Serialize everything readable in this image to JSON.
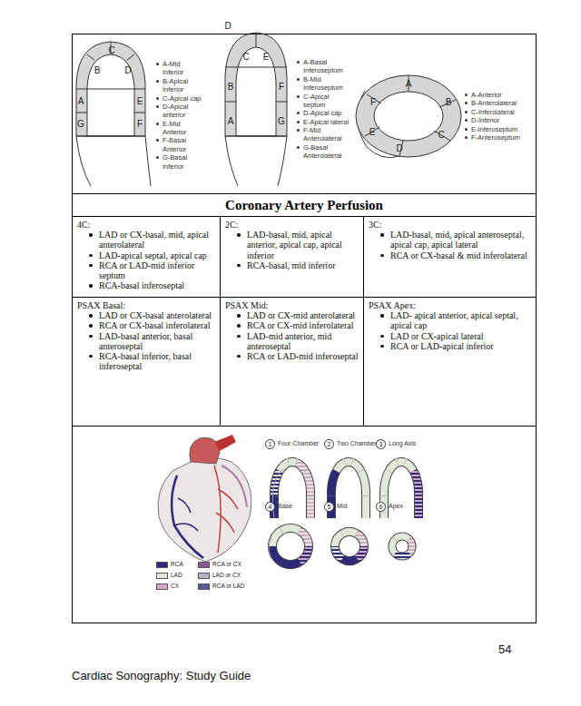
{
  "diagram": {
    "title": "Coronary Artery Perfusion",
    "nodes": [
      {
        "text": [
          "4C:",
          "LAD or CX-basal, mid, apical anterolateral",
          "LAD-apical septal, apical cap",
          "RCA or LAD-mid inferior septum",
          "RCA-basal inferoseptal"
        ]
      },
      {
        "text": [
          "2C:",
          "LAD-basal, mid, apical anterior, apical cap, apical inferior",
          "RCA-basal, mid inferior"
        ]
      },
      {
        "text": [
          "3C:",
          "LAD-basal, mid, apical anteroseptal, apical cap, apical lateral",
          "RCA or CX-basal & mid inferolateral"
        ]
      },
      {
        "text": [
          "PSAX Basal:",
          "LAD or CX-basal anterolateral",
          "RCA or CX-basal inferolateral",
          "LAD-basal anterior, basal anteroseptal",
          "RCA-basal inferior, basal inferoseptal"
        ]
      },
      {
        "text": [
          "PSAX Mid:",
          "LAD or CX-mid anterolateral",
          "RCA or CX-mid inferolateral",
          "LAD-mid anterior, mid anteroseptal",
          "RCA or LAD-mid inferoseptal"
        ]
      },
      {
        "text": [
          "PSAX Apex:",
          "LAD- apical anterior, apical septal, apical cap",
          "LAD or CX-apical lateral",
          "RCA or LAD-apical inferior"
        ]
      },
      {
        "text": [
          "1"
        ]
      },
      {
        "text": [
          "2"
        ]
      },
      {
        "text": [
          "3"
        ]
      },
      {
        "text": [
          "4"
        ]
      },
      {
        "text": [
          "5"
        ]
      },
      {
        "text": [
          "6"
        ]
      }
    ],
    "labels": [
      "B",
      "C",
      "D",
      "A",
      "E",
      "G",
      "F",
      "A-Mid Inferior",
      "B-Apical Inferior",
      "C-Apical cap",
      "D-Apical anterior",
      "E-Mid Anterior",
      "F-Basal Anterior",
      "G-Basal Inferior",
      "D",
      "C",
      "E",
      "B",
      "F",
      "A",
      "G",
      "A-Basal Inferoseptum",
      "B-Mid Inferoseptum",
      "C-Apical septum",
      "D-Apical cap",
      "E-Apical lateral",
      "F-Mid Anterolateral",
      "G-Basal Anterolateral",
      "A",
      "B",
      "C",
      "D",
      "E",
      "F",
      "A-Anterior",
      "B-Anterolateral",
      "C-Inferolateral",
      "D-Inferior",
      "E-Inferoseptum",
      "F-Anteroseptum",
      "Four Chamber",
      "Two Chamber",
      "Long Axis",
      "Base",
      "Mid",
      "Apex",
      "54",
      "Cardiac Sonography: Study Guide"
    ],
    "legend": [
      {
        "text": "RCA",
        "color": "#2e2a7a"
      },
      {
        "text": "LAD",
        "color": "#dfeadb"
      },
      {
        "text": "CX",
        "color": "#d8a6c8"
      },
      {
        "text": "RCA or CX",
        "color": "#8a5a9a"
      },
      {
        "text": "LAD or CX",
        "color": "#b9b4c4"
      },
      {
        "text": "RCA or LAD",
        "color": "#5a5a9a"
      }
    ]
  }
}
